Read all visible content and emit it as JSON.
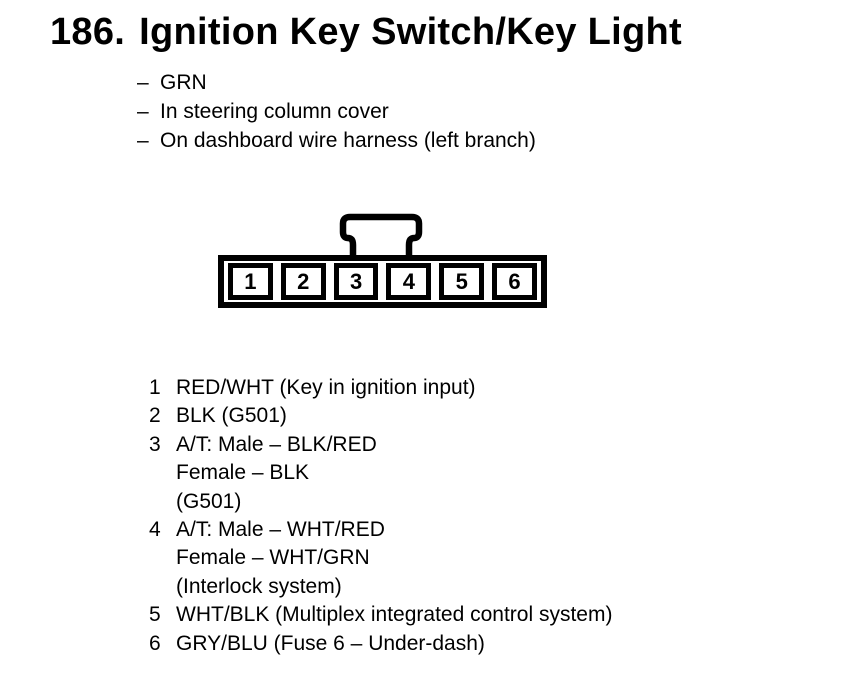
{
  "header": {
    "number": "186.",
    "title": "Ignition Key Switch/Key Light"
  },
  "notes": {
    "dash": "–",
    "items": [
      "GRN",
      "In steering column cover",
      "On dashboard wire harness (left branch)"
    ]
  },
  "connector": {
    "pins": [
      "1",
      "2",
      "3",
      "4",
      "5",
      "6"
    ]
  },
  "legend": {
    "rows": [
      {
        "pin": "1",
        "lines": [
          "RED/WHT (Key in ignition input)"
        ]
      },
      {
        "pin": "2",
        "lines": [
          "BLK (G501)"
        ]
      },
      {
        "pin": "3",
        "lines": [
          "A/T: Male – BLK/RED",
          "Female – BLK",
          "(G501)"
        ]
      },
      {
        "pin": "4",
        "lines": [
          "A/T: Male – WHT/RED",
          "Female – WHT/GRN",
          "(Interlock system)"
        ]
      },
      {
        "pin": "5",
        "lines": [
          "WHT/BLK (Multiplex integrated control system)"
        ]
      },
      {
        "pin": "6",
        "lines": [
          "GRY/BLU (Fuse 6 – Under-dash)"
        ]
      }
    ]
  },
  "colors": {
    "ink": "#000000",
    "paper": "#ffffff"
  }
}
